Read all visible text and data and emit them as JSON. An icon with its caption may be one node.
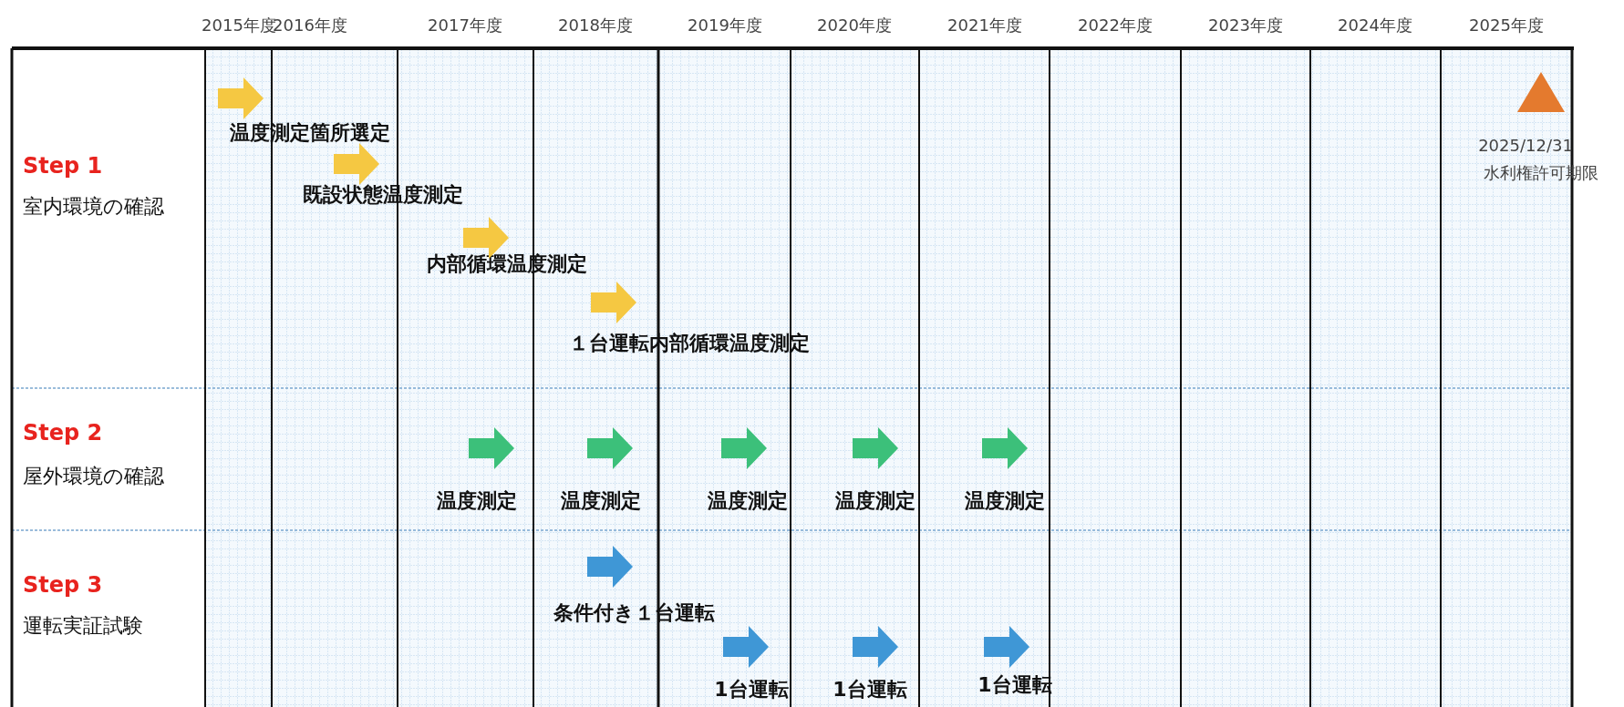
{
  "diagram": {
    "labels": [
      "2015年度",
      "2016年度",
      "2017年度",
      "2018年度",
      "2019年度",
      "2020年度",
      "2021年度",
      "2022年度",
      "2023年度",
      "2024年度",
      "2025年度",
      "Step 1",
      "室内環境の確認",
      "温度測定箇所選定",
      "既設状態温度測定",
      "内部循環温度測定",
      "１台運転内部循環温度測定",
      "2025/12/31",
      "水利権許可期限",
      "Step 2",
      "屋外環境の確認",
      "温度測定",
      "温度測定",
      "温度測定",
      "温度測定",
      "温度測定",
      "Step 3",
      "運転実証試験",
      "条件付き１台運転",
      "1台運転",
      "1台運転",
      "1台運転"
    ]
  }
}
